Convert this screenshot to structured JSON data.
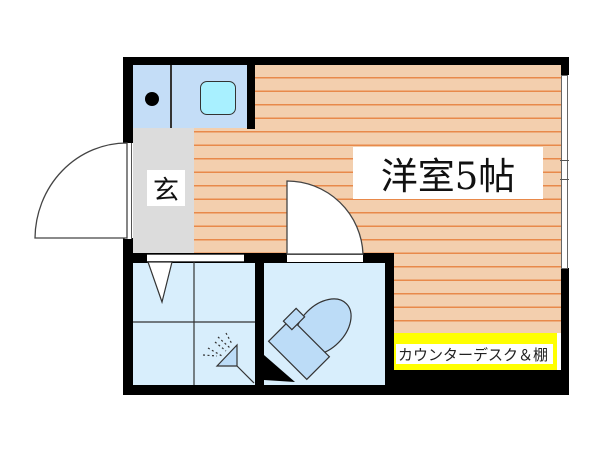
{
  "floorplan": {
    "rooms": {
      "western_room": {
        "label": "洋室5帖",
        "type": "洋室",
        "size_jo": 5
      },
      "entrance": {
        "label": "玄"
      },
      "counter": {
        "label": "カウンターデスク＆棚"
      }
    },
    "colors": {
      "wall": "#000000",
      "flooring": "#f3cfae",
      "flooring_stripe": "#e8894a",
      "kitchen": "#c4ddf7",
      "sink": "#a8f0ff",
      "entrance": "#dcdcdc",
      "wet_area": "#d8eefc",
      "fixture": "#bcdcf7",
      "counter_highlight": "#ffff00"
    },
    "fixtures": [
      "stove-burner",
      "kitchen-sink",
      "entry-door",
      "room-door",
      "shower",
      "toilet",
      "window"
    ]
  }
}
